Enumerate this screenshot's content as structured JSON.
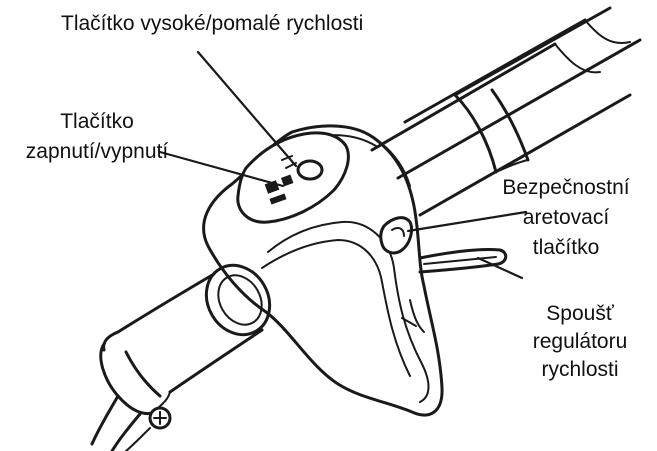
{
  "labels": {
    "speed_button": "Tlačítko vysoké/pomalé rychlosti",
    "power_button": [
      "Tlačítko",
      "zapnutí/vypnutí"
    ],
    "safety_lock": [
      "Bezpečnostní",
      "aretovací",
      "tlačítko"
    ],
    "trigger": [
      "Spoušť",
      "regulátoru",
      "rychlosti"
    ]
  },
  "colors": {
    "line": "#1a1a1a",
    "background": "#ffffff"
  }
}
